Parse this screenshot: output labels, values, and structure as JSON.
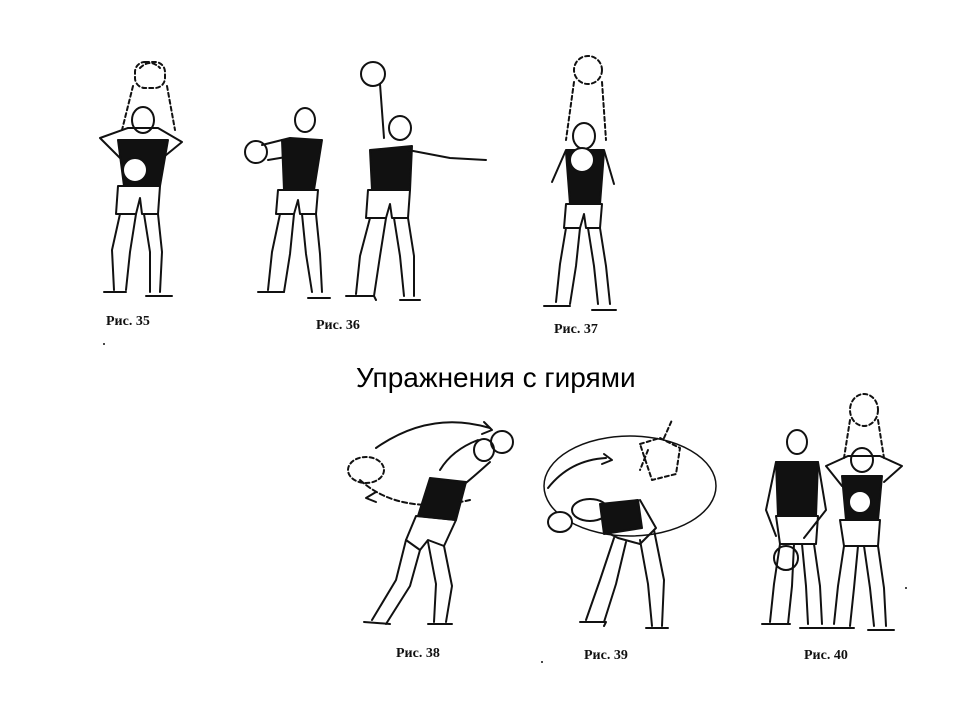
{
  "title": "Упражнения с гирями",
  "figures": [
    {
      "caption": "Рис. 35"
    },
    {
      "caption": "Рис. 36"
    },
    {
      "caption": "Рис. 37"
    },
    {
      "caption": "Рис. 38"
    },
    {
      "caption": "Рис. 39"
    },
    {
      "caption": "Рис. 40"
    }
  ],
  "colors": {
    "ink": "#111111",
    "vest": "#111111",
    "paper": "#ffffff"
  }
}
